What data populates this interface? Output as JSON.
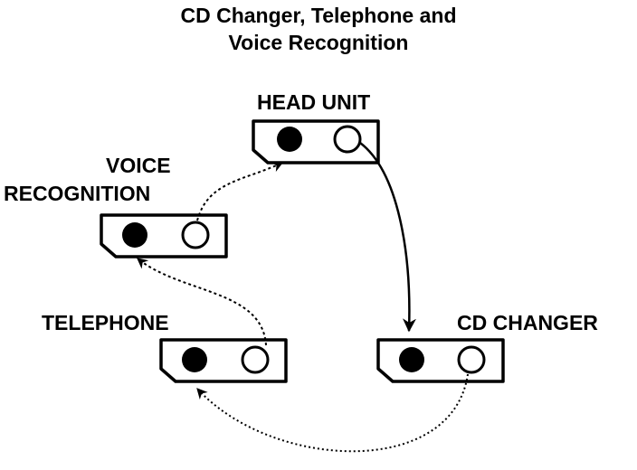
{
  "diagram": {
    "title_line1": "CD Changer, Telephone and",
    "title_line2": "Voice Recognition",
    "modules": {
      "head_unit": {
        "label": "HEAD UNIT"
      },
      "voice_recognition": {
        "label_line1": "VOICE",
        "label_line2": "RECOGNITION"
      },
      "telephone": {
        "label": "TELEPHONE"
      },
      "cd_changer": {
        "label": "CD CHANGER"
      }
    },
    "connections": [
      {
        "from": "head_unit",
        "to": "cd_changer"
      },
      {
        "from": "cd_changer",
        "to": "telephone"
      },
      {
        "from": "telephone",
        "to": "voice_recognition"
      },
      {
        "from": "voice_recognition",
        "to": "head_unit"
      }
    ]
  }
}
